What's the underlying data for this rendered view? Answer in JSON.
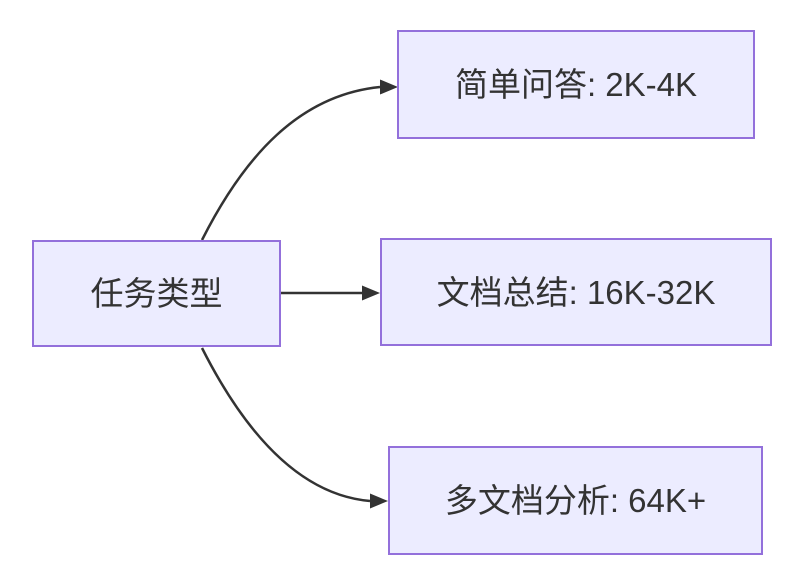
{
  "diagram": {
    "type": "flowchart",
    "direction": "left-to-right",
    "root": {
      "id": "task-type",
      "label": "任务类型"
    },
    "branches": [
      {
        "id": "simple-qa",
        "label": "简单问答: 2K-4K"
      },
      {
        "id": "doc-summary",
        "label": "文档总结: 16K-32K"
      },
      {
        "id": "multi-doc-analysis",
        "label": "多文档分析: 64K+"
      }
    ],
    "edges": [
      {
        "from": "task-type",
        "to": "simple-qa"
      },
      {
        "from": "task-type",
        "to": "doc-summary"
      },
      {
        "from": "task-type",
        "to": "multi-doc-analysis"
      }
    ],
    "colors": {
      "node_fill": "#ECECFF",
      "node_border": "#9370DB",
      "edge": "#333333",
      "text": "#333333",
      "background": "#FFFFFF"
    }
  }
}
